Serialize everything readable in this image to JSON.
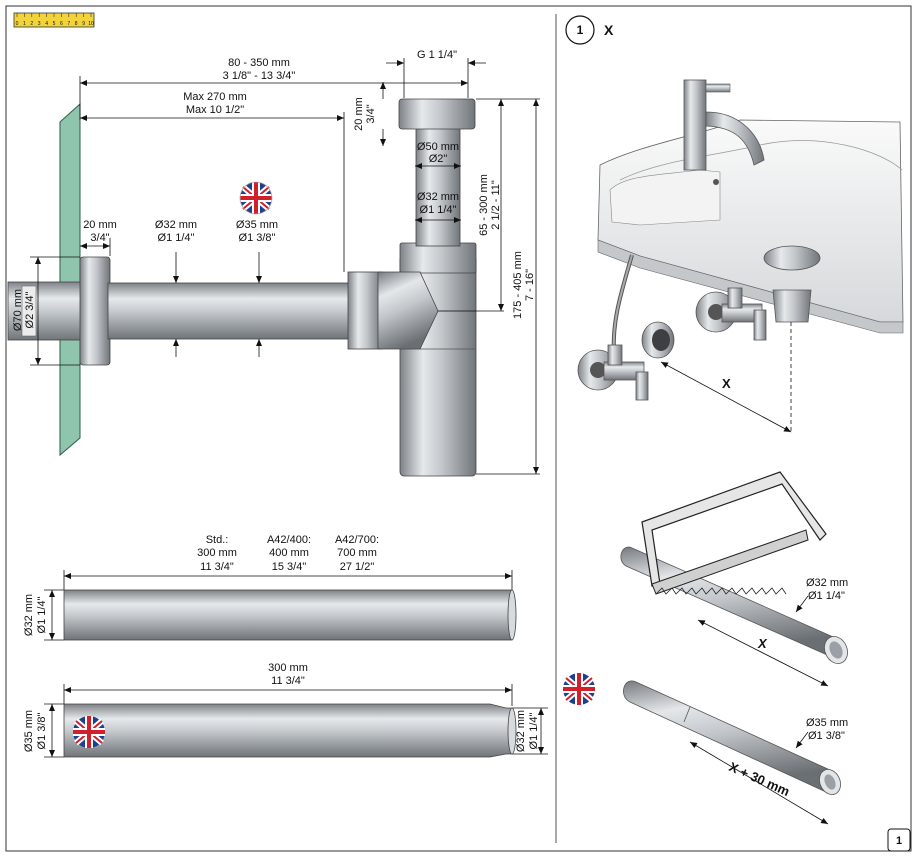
{
  "page_number": "1",
  "step": {
    "number": "1",
    "label": "X"
  },
  "ruler_ticks": [
    "0",
    "1",
    "2",
    "3",
    "4",
    "5",
    "6",
    "7",
    "8",
    "9",
    "10"
  ],
  "siphon": {
    "overall_width": [
      "80 - 350 mm",
      "3 1/8\" - 13 3/4\""
    ],
    "max_reach": [
      "Max 270 mm",
      "Max 10 1/2\""
    ],
    "thread": "G 1 1/4\"",
    "cap_height": [
      "20 mm",
      "3/4\""
    ],
    "body_dia": [
      "Ø50 mm",
      "Ø2\""
    ],
    "inlet_dia": [
      "Ø32 mm",
      "Ø1 1/4\""
    ],
    "inlet_range": [
      "65 - 300 mm",
      "2 1/2 - 11\""
    ],
    "total_height": [
      "175 - 405 mm",
      "7 - 16\""
    ],
    "rosette_depth": [
      "20 mm",
      "3/4\""
    ],
    "arm_dia_std": [
      "Ø32 mm",
      "Ø1 1/4\""
    ],
    "arm_dia_uk": [
      "Ø35 mm",
      "Ø1 3/8\""
    ],
    "rosette_dia": [
      "Ø70 mm",
      "Ø2 3/4\""
    ]
  },
  "pipe_lengths": {
    "headers": [
      "Std.:",
      "A42/400:",
      "A42/700:"
    ],
    "mm": [
      "300 mm",
      "400 mm",
      "700 mm"
    ],
    "inch": [
      "11 3/4\"",
      "15 3/4\"",
      "27 1/2\""
    ],
    "pipe_dia": [
      "Ø32 mm",
      "Ø1 1/4\""
    ]
  },
  "uk_pipe": {
    "length": [
      "300 mm",
      "11 3/4\""
    ],
    "dia_large": [
      "Ø35 mm",
      "Ø1 3/8\""
    ],
    "dia_small": [
      "Ø32 mm",
      "Ø1 1/4\""
    ]
  },
  "install": {
    "measure_label": "X",
    "cut_label": "X",
    "cut_dia": [
      "Ø32 mm",
      "Ø1 1/4\""
    ],
    "uk_cut_label": "X + 30 mm",
    "uk_cut_dia": [
      "Ø35 mm",
      "Ø1 3/8\""
    ]
  }
}
